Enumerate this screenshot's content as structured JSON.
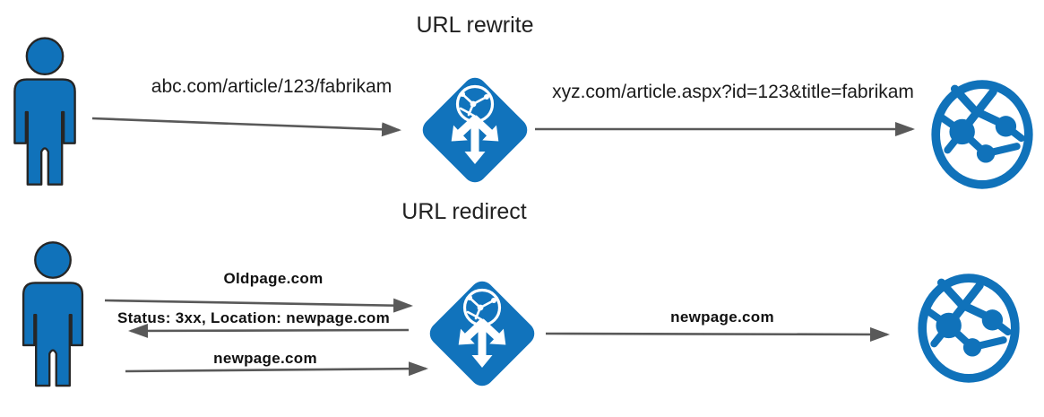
{
  "diagram": {
    "rewrite": {
      "title": "URL rewrite",
      "request_label": "abc.com/article/123/fabrikam",
      "rewritten_label": "xyz.com/article.aspx?id=123&title=fabrikam"
    },
    "redirect": {
      "title": "URL redirect",
      "request_label": "Oldpage.com",
      "response_label": "Status: 3xx, Location: newpage.com",
      "followup_label": "newpage.com",
      "forward_label": "newpage.com"
    }
  },
  "icons": {
    "user": "user-icon",
    "gateway": "application-gateway-icon",
    "webapp": "web-app-globe-icon"
  },
  "colors": {
    "icon_blue": "#1072BA",
    "arrow_gray": "#595959",
    "text_dark": "#1a1a1a"
  }
}
